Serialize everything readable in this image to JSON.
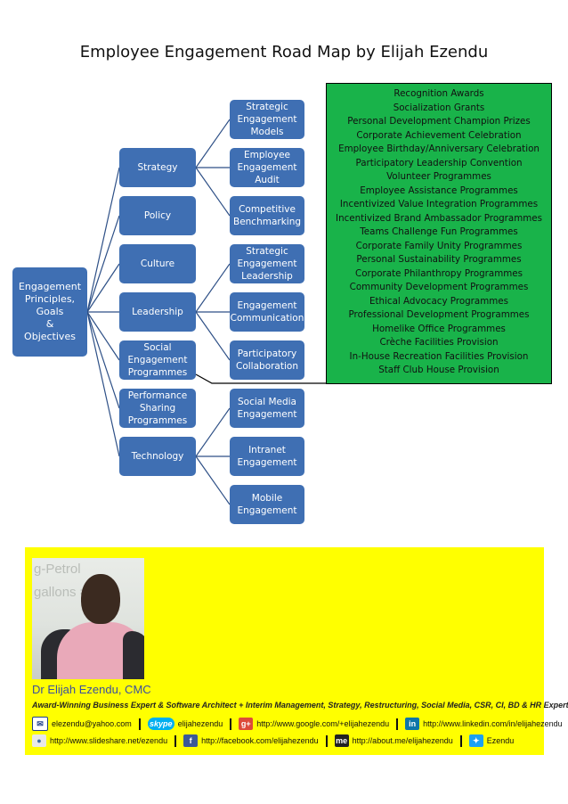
{
  "title": "Employee Engagement Road Map by Elijah Ezendu",
  "root": "Engagement\nPrinciples,\nGoals\n&\nObjectives",
  "level1": [
    "Strategy",
    "Policy",
    "Culture",
    "Leadership",
    "Social\nEngagement\nProgrammes",
    "Performance\nSharing\nProgrammes",
    "Technology"
  ],
  "strategy_children": [
    "Strategic\nEngagement\nModels",
    "Employee\nEngagement\nAudit",
    "Competitive\nBenchmarking"
  ],
  "leadership_children": [
    "Strategic\nEngagement\nLeadership",
    "Engagement\nCommunication",
    "Participatory\nCollaboration"
  ],
  "technology_children": [
    "Social Media\nEngagement",
    "Intranet\nEngagement",
    "Mobile\nEngagement"
  ],
  "programmes": [
    "Recognition Awards",
    "Socialization  Grants",
    "Personal Development Champion Prizes",
    "Corporate Achievement Celebration",
    "Employee Birthday/Anniversary Celebration",
    "Participatory Leadership Convention",
    "Volunteer Programmes",
    "Employee Assistance Programmes",
    "Incentivized Value Integration Programmes",
    "Incentivized Brand Ambassador Programmes",
    "Teams Challenge Fun Programmes",
    "Corporate Family Unity Programmes",
    "Personal Sustainability Programmes",
    "Corporate Philanthropy Programmes",
    "Community Development Programmes",
    "Ethical Advocacy Programmes",
    "Professional Development Programmes",
    "Homelike Office Programmes",
    "Crèche Facilities Provision",
    "In-House Recreation Facilities Provision",
    "Staff Club House Provision"
  ],
  "colors": {
    "node": "#3f6fb3",
    "programmes_bg": "#19b34a",
    "footer_bg": "#ffff00"
  },
  "footer": {
    "photo_bg_text": [
      "g-Petrol",
      "gallons = Volu"
    ],
    "name": "Dr Elijah Ezendu, CMC",
    "tagline": "Award-Winning Business Expert & Software Architect + Interim Management, Strategy, Restructuring, Social Media, CSR, CI, BD & HR Expert",
    "contacts_row1": [
      {
        "icon": "email-icon",
        "text": "elezendu@yahoo.com"
      },
      {
        "icon": "skype-icon",
        "icon_text": "skype",
        "text": "elijahezendu"
      },
      {
        "icon": "googleplus-icon",
        "icon_text": "g+",
        "text": "http://www.google.com/+elijahezendu"
      },
      {
        "icon": "linkedin-icon",
        "icon_text": "in",
        "text": "http://www.linkedin.com/in/elijahezendu"
      }
    ],
    "contacts_row2": [
      {
        "icon": "slideshare-icon",
        "text": "http://www.slideshare.net/ezendu"
      },
      {
        "icon": "facebook-icon",
        "icon_text": "f",
        "text": "http://facebook.com/elijahezendu"
      },
      {
        "icon": "aboutme-icon",
        "icon_text": "me",
        "text": "http://about.me/elijahezendu"
      },
      {
        "icon": "twitter-icon",
        "text": "Ezendu"
      }
    ]
  }
}
